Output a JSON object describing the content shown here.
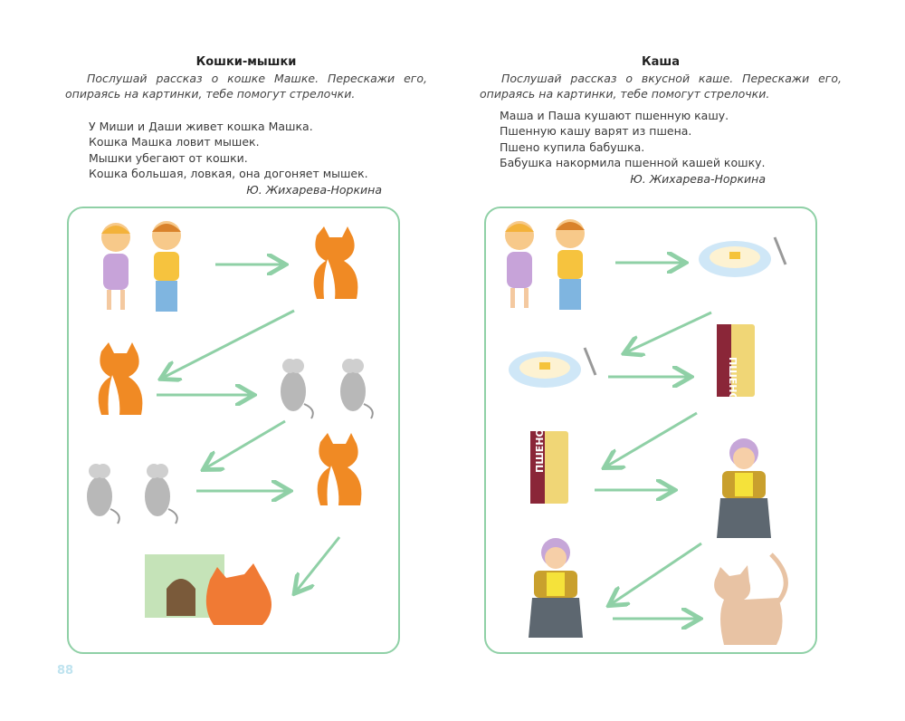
{
  "left": {
    "title": "Кошки-мышки",
    "instruction": "Послушай рассказ о кошке Машке. Перескажи его, опираясь на картинки, тебе помогут стрелочки.",
    "lines": [
      "У Миши и Даши живет кошка Машка.",
      "Кошка Машка ловит мышек.",
      "Мышки убегают от кошки.",
      "Кошка большая, ловкая, она догоняет мышек."
    ],
    "author": "Ю. Жихарева-Норкина"
  },
  "right": {
    "title": "Каша",
    "instruction": "Послушай рассказ о вкусной каше. Перескажи его, опираясь на картинки, тебе помогут стрелочки.",
    "lines": [
      "Маша и Паша кушают пшенную кашу.",
      "Пшенную кашу варят из пшена.",
      "Пшено купила бабушка.",
      "Бабушка накормила пшенной кашей кошку."
    ],
    "author": "Ю. Жихарева-Норкина",
    "bag_label": "ПШЕНО"
  },
  "page_number": "88",
  "colors": {
    "panel_border": "#8fd0a6",
    "arrow": "#8fd0a6",
    "page_number": "#bfe3ef"
  }
}
